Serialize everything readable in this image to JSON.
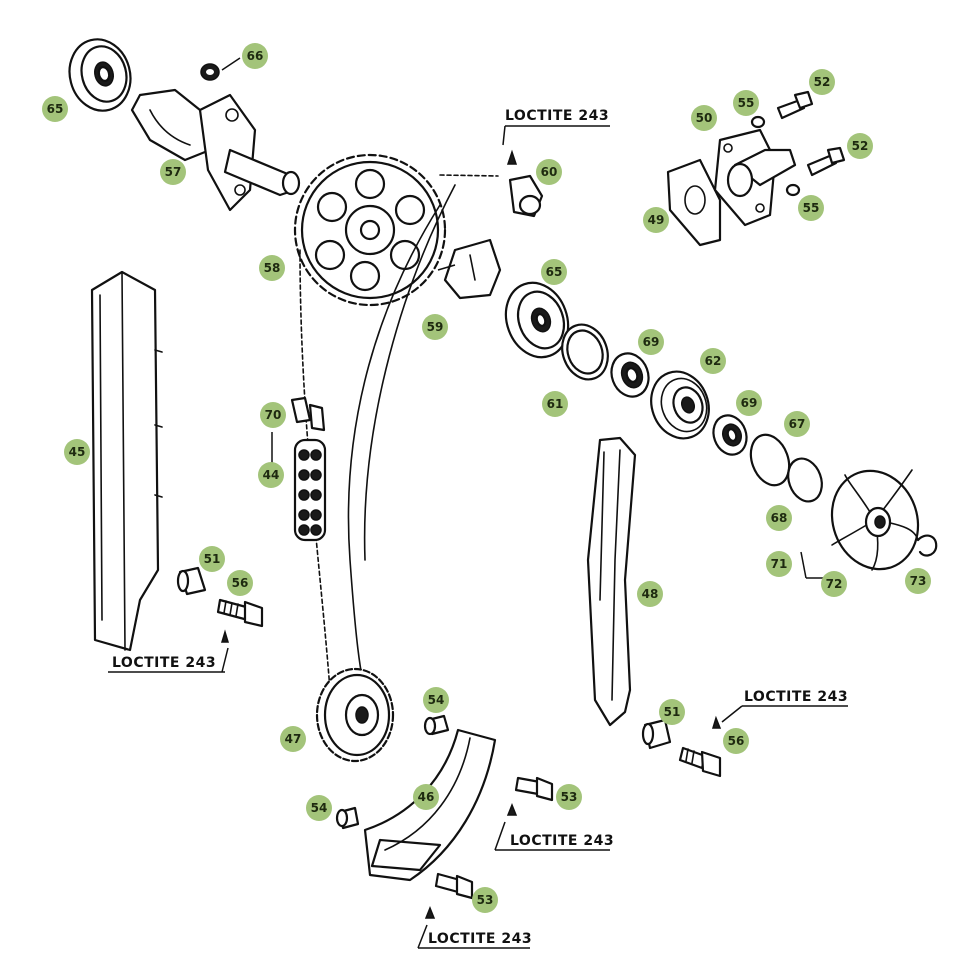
{
  "note_label": "LOCTITE 243",
  "callouts": {
    "c44": "44",
    "c45": "45",
    "c46": "46",
    "c47": "47",
    "c48": "48",
    "c49": "49",
    "c50": "50",
    "c51a": "51",
    "c51b": "51",
    "c52a": "52",
    "c52b": "52",
    "c53a": "53",
    "c53b": "53",
    "c54a": "54",
    "c54b": "54",
    "c55a": "55",
    "c55b": "55",
    "c56a": "56",
    "c56b": "56",
    "c57": "57",
    "c58": "58",
    "c59": "59",
    "c60": "60",
    "c61": "61",
    "c62": "62",
    "c65a": "65",
    "c65b": "65",
    "c66": "66",
    "c67": "67",
    "c68": "68",
    "c69a": "69",
    "c69b": "69",
    "c70": "70",
    "c71": "71",
    "c72": "72",
    "c73": "73"
  },
  "colors": {
    "callout_fill": "#a3c47a",
    "line": "#111111",
    "background": "#ffffff"
  }
}
